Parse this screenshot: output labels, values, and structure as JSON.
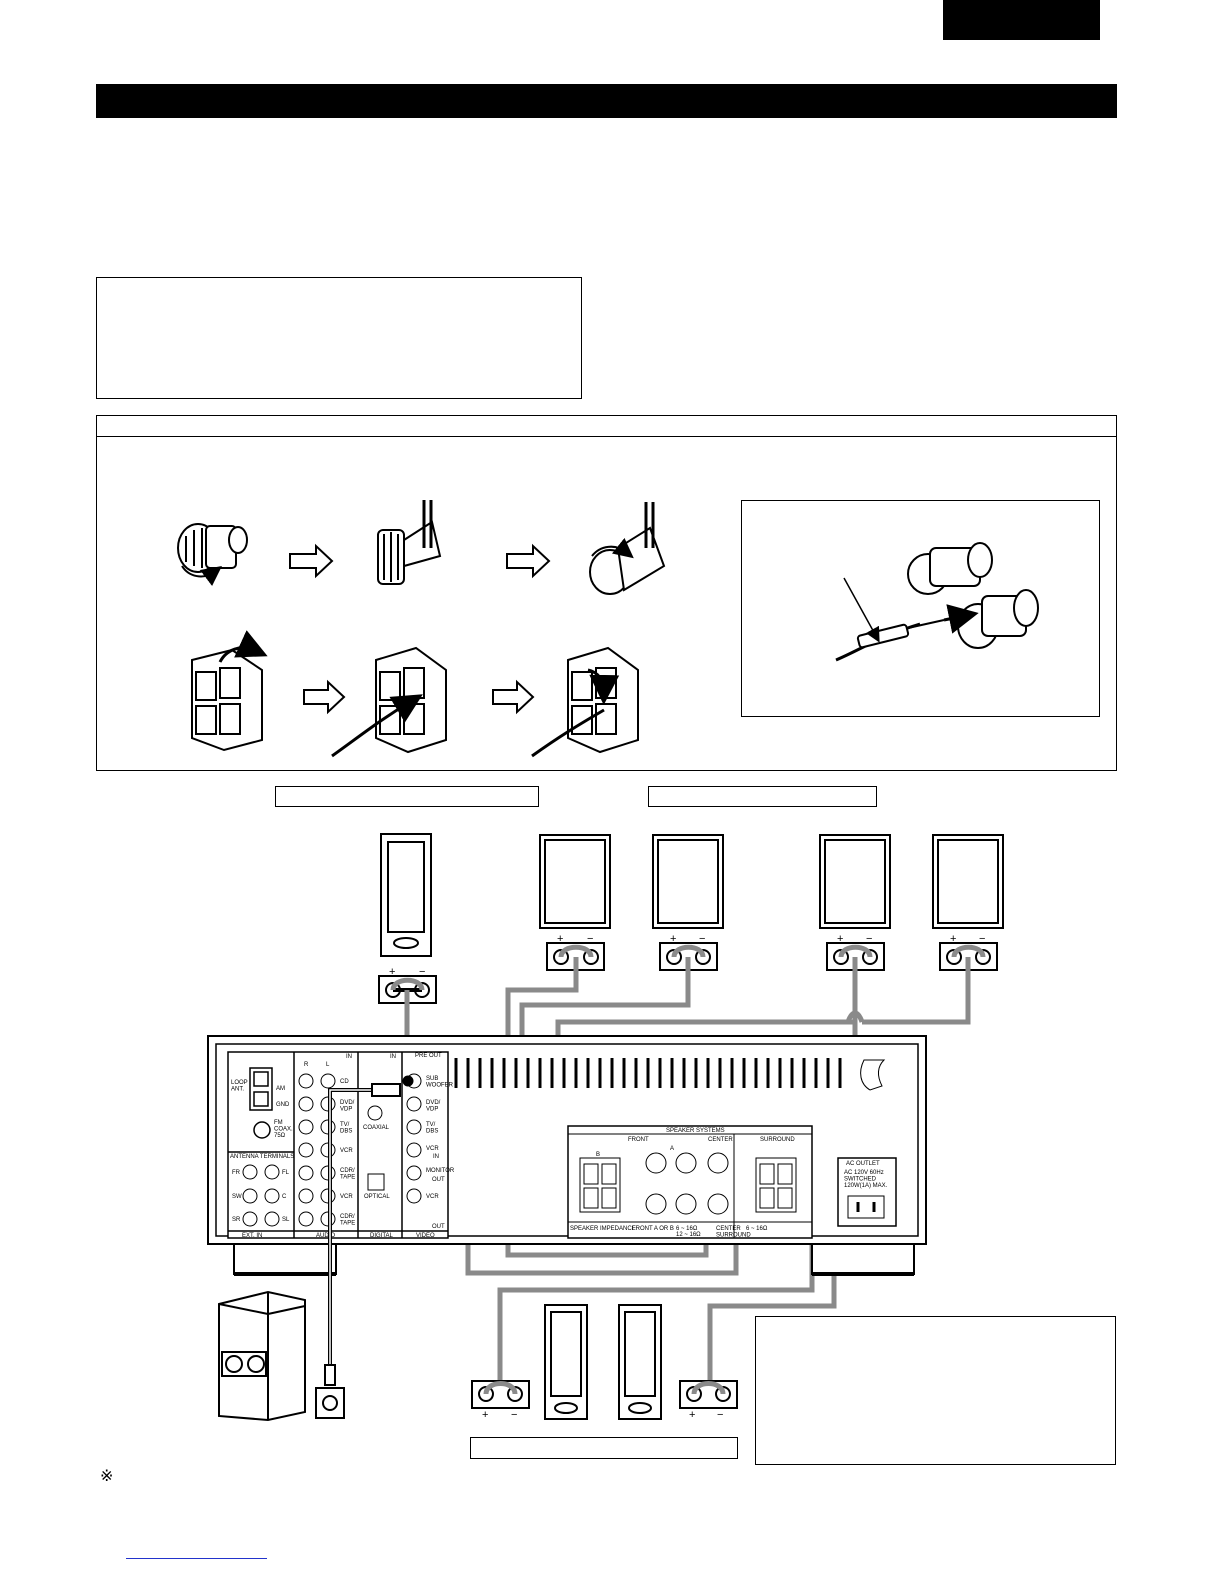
{
  "footnote": {
    "mark": "※"
  },
  "rear_panel": {
    "labels": {
      "loop_ant": "LOOP\nANT.",
      "am": "AM",
      "gnd": "GND",
      "fm": "FM\nCOAX.\n75Ω",
      "antenna_terminals": "ANTENNA TERMINALS",
      "fr": "FR",
      "fl": "FL",
      "sw": "SW",
      "c": "C",
      "sr": "SR",
      "sl": "SL",
      "ext_in": "EXT. IN",
      "audio": "AUDIO",
      "digital": "DIGITAL",
      "video": "VIDEO",
      "r": "R",
      "l": "L",
      "in": "IN",
      "out": "OUT",
      "pre_out": "PRE OUT",
      "cd": "CD",
      "dvd_vdp": "DVD/\nVDP",
      "tv_dbs": "TV/\nDBS",
      "vcr": "VCR",
      "cdr_tape": "CDR/\nTAPE",
      "coaxial": "COAXIAL",
      "optical": "OPTICAL",
      "sub_woofer": "SUB\nWOOFER",
      "monitor": "MONITOR",
      "speaker_systems": "SPEAKER SYSTEMS",
      "front": "FRONT",
      "center": "CENTER",
      "surround": "SURROUND",
      "a": "A",
      "b": "B",
      "speaker_impedance": "SPEAKER IMPEDANCE",
      "front_a_or_b": "FRONT A OR B",
      "ohm_6_16": "6 ~ 16Ω",
      "ohm_12_16": "12 ~ 16Ω",
      "center_surround": "CENTER\nSURROUND",
      "ac_outlet": "AC OUTLET",
      "ac_spec": "AC 120V 60Hz\nSWITCHED\n120W(1A) MAX."
    }
  },
  "terminals": {
    "plus": "+",
    "minus": "−"
  },
  "colors": {
    "cable": "#8a8a8a",
    "ink": "#000000",
    "link": "#2233cc"
  }
}
